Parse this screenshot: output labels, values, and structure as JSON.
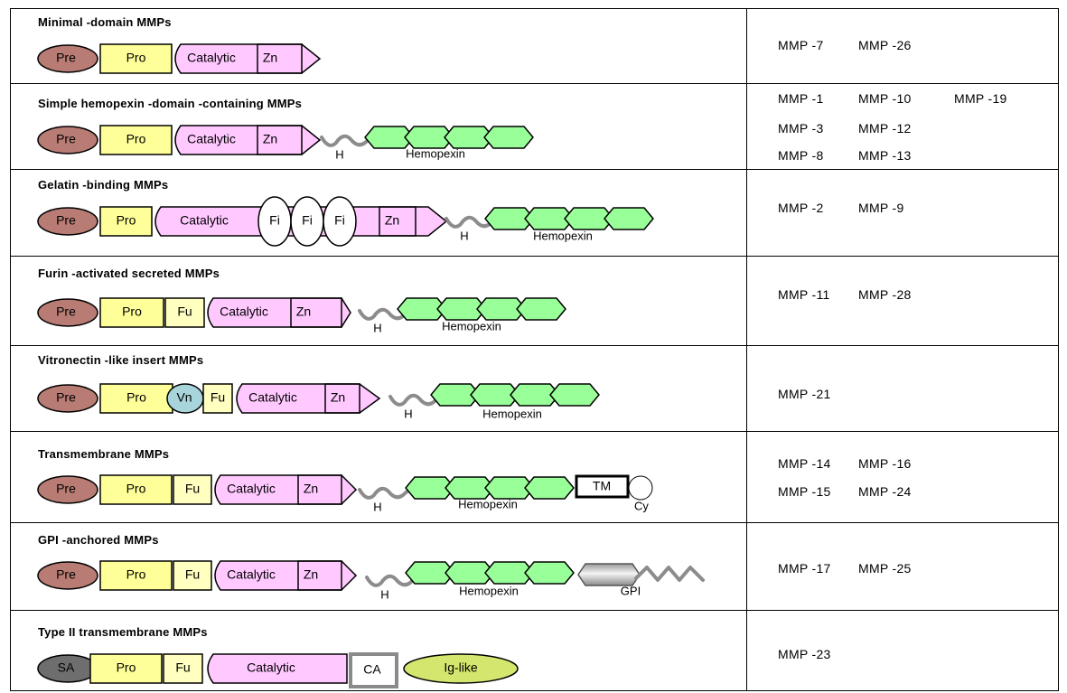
{
  "colors": {
    "pre": "#b87c74",
    "pro": "#ffff99",
    "catalytic": "#ffc8ff",
    "hemopexin": "#99ff99",
    "vn": "#a8d4dc",
    "fu": "#ffffc0",
    "sa": "#6e6e6e",
    "iglike": "#d4e66e",
    "linker": "#8c8c8c"
  },
  "rows": [
    {
      "title": "Minimal -domain MMPs",
      "mmps": [
        [
          "MMP -7",
          "MMP -26"
        ]
      ]
    },
    {
      "title": "Simple hemopexin -domain -containing MMPs",
      "mmps": [
        [
          "MMP -1",
          "MMP -10",
          "MMP -19"
        ],
        [
          "MMP -3",
          "MMP -12"
        ],
        [
          "MMP -8",
          "MMP -13"
        ]
      ]
    },
    {
      "title": "Gelatin -binding MMPs",
      "mmps": [
        [
          "MMP -2",
          "MMP -9"
        ]
      ]
    },
    {
      "title": "Furin -activated secreted MMPs",
      "mmps": [
        [
          "MMP -11",
          "MMP -28"
        ]
      ]
    },
    {
      "title": "Vitronectin -like insert MMPs",
      "mmps": [
        [
          "MMP -21"
        ]
      ]
    },
    {
      "title": "Transmembrane MMPs",
      "mmps": [
        [
          "MMP -14",
          "MMP -16"
        ],
        [
          "MMP -15",
          "MMP -24"
        ]
      ]
    },
    {
      "title": "GPI -anchored MMPs",
      "mmps": [
        [
          "MMP -17",
          "MMP -25"
        ]
      ]
    },
    {
      "title": "Type II transmembrane MMPs",
      "mmps": [
        [
          "MMP -23"
        ]
      ]
    }
  ],
  "labels": {
    "pre": "Pre",
    "pro": "Pro",
    "catalytic": "Catalytic",
    "zn": "Zn",
    "fi": "Fi",
    "fu": "Fu",
    "vn": "Vn",
    "hinge": "H",
    "hemopexin": "Hemopexin",
    "tm": "TM",
    "cy": "Cy",
    "gpi": "GPI",
    "sa": "SA",
    "ca": "CA",
    "iglike": "Ig-like"
  }
}
